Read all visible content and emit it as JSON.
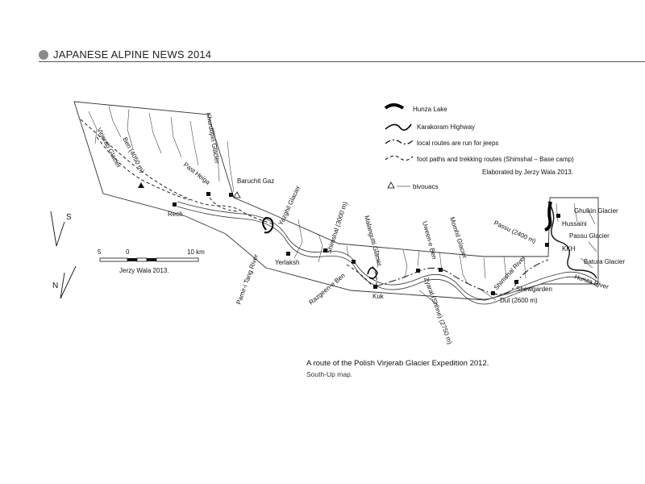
{
  "header": {
    "title": "JAPANESE ALPINE NEWS 2014"
  },
  "legend": {
    "items": [
      {
        "key": "hunza-lake",
        "label": "Hunza Lake"
      },
      {
        "key": "karakoram-highway",
        "label": "Karakoram Highway"
      },
      {
        "key": "jeep-routes",
        "label": "local routes are run for jeeps"
      },
      {
        "key": "foot-paths",
        "label": "foot paths and trekking routes (Shimshal – Base camp)"
      },
      {
        "key": "bivouacs",
        "label": "bivouacs"
      }
    ],
    "credit": "Elaborated by Jerzy Wala 2013."
  },
  "scale": {
    "ticks": [
      "5",
      "0",
      "10 km"
    ],
    "credit": "Jerzy Wala 2013."
  },
  "compass": {
    "south": "S",
    "north": "N"
  },
  "places": {
    "rech": "Rech",
    "baruchit_gaz": "Baruchit Gaz",
    "yerlaksh": "Yerlaksh",
    "kuk": "Kuk",
    "dut": "Dut (2600 m)",
    "shewgarden": "Shewgarden",
    "hussaini": "Hussaini",
    "kkh": "KKH",
    "shimshal_3000": "Shimshal (3000 m)",
    "zyarat": "Zyarat (Shrine) (2750 m)",
    "passu": "Passu (2400 m)",
    "ben": "Ben (4050 m)"
  },
  "features": {
    "virjerab_glacier": "Virjerab Glacier",
    "past_heiga": "Past Heiga",
    "khurdopin_glacier": "Khurdopin Glacier",
    "yazghil_glacier": "Yazghil Glacier",
    "pamir_tang_river": "Pamir-i Tang River",
    "razgeen_ben": "Razgeen-e Ben",
    "shimshal_river": "Shimshal River",
    "malangutti_glacier": "Malangutti Glacier",
    "uween_ben": "Uween-e Ben",
    "momhil_glacier": "Momhil Glacier",
    "ghulkin_glacier": "Ghulkin Glacier",
    "passu_glacier": "Passu Glacier",
    "batura_glacier": "Batura Glacier",
    "hunza_river": "Hunza River"
  },
  "caption": {
    "title": "A route of the Polish Virjerab Glacier Expedition 2012.",
    "subtitle": "South-Up map."
  }
}
